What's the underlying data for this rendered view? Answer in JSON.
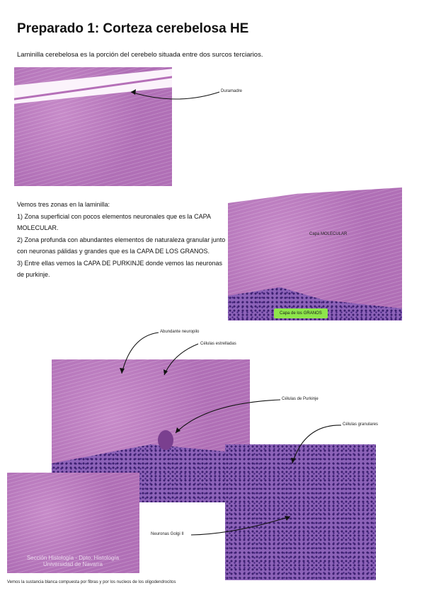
{
  "title": "Preparado 1: Corteza cerebelosa HE",
  "intro": "Laminilla cerebelosa es la porción del cerebelo situada entre dos surcos terciarios.",
  "zones": [
    "Vemos tres zonas en la laminilla:",
    "1) Zona superficial con pocos elementos neuronales que es la CAPA MOLECULAR.",
    "2) Zona profunda con abundantes elementos de naturaleza granular junto con neuronas pálidas y grandes que es la CAPA DE LOS GRANOS.",
    "3) Entre ellas vemos la CAPA DE PURKINJE donde vemos las neuronas de purkinje."
  ],
  "labels": {
    "duramadre": "Duramadre",
    "capa_molecular": "Capa MOLECULAR",
    "capa_granos": "Capa de los GRANOS",
    "neuropilo": "Abundante neuropilo",
    "estrelladas": "Células estrelladas",
    "purkinje": "Células de Purkinje",
    "granulares": "Células granulares",
    "golgi": "Neuronas Golgi II"
  },
  "watermark": [
    "Sección Histología - Dpto. Histología",
    "Universidad de Navarra"
  ],
  "caption": "Vemos la sustancia blanca compuesta por fibras y por los nucleos de los oligodendrocitos",
  "colors": {
    "granos_badge": "#8ee64b",
    "stain_pink": "#c57fc4",
    "stain_purple": "#5b3a9a"
  }
}
